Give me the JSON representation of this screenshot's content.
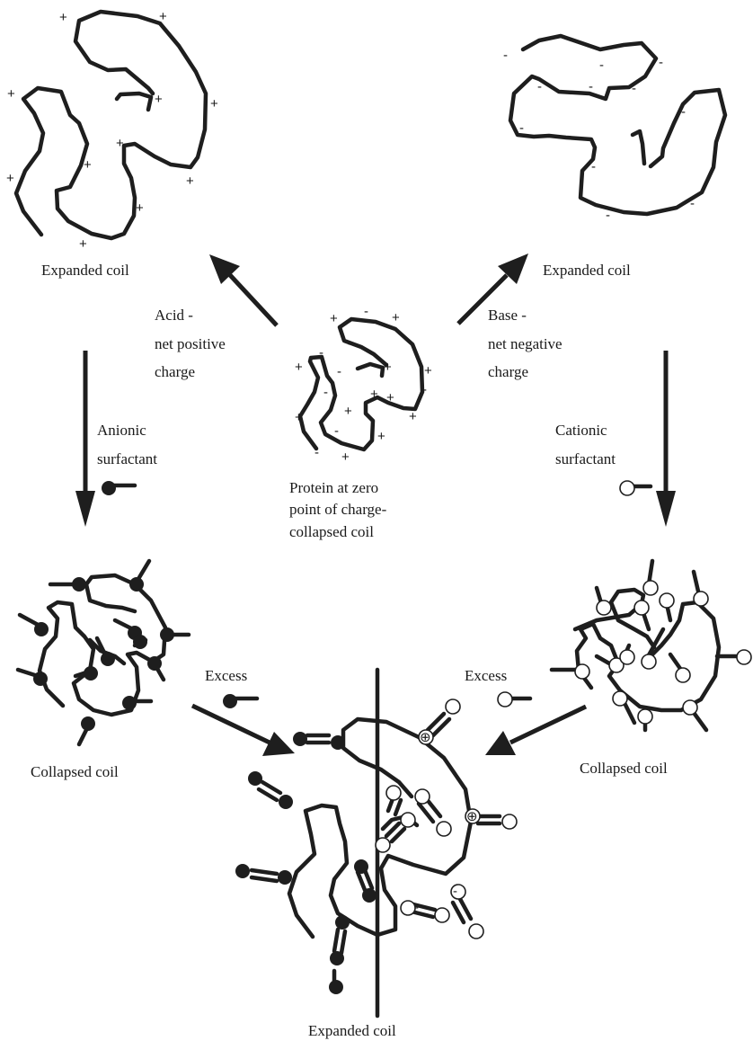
{
  "labels": {
    "top_left": "Expanded coil",
    "top_right": "Expanded coil",
    "acid": [
      "Acid -",
      "net positive",
      "charge"
    ],
    "base": [
      "Base -",
      "net negative",
      "charge"
    ],
    "anionic": [
      "Anionic",
      "surfactant"
    ],
    "cationic": [
      "Cationic",
      "surfactant"
    ],
    "center": [
      "Protein at zero",
      "point of charge-",
      "collapsed coil"
    ],
    "excess_left": "Excess",
    "excess_right": "Excess",
    "collapsed_left": "Collapsed coil",
    "collapsed_right": "Collapsed coil",
    "bottom": "Expanded coil"
  },
  "charges": {
    "positive": "+",
    "negative": "-",
    "circled_positive": "⊕"
  },
  "colors": {
    "line": "#1e1e1e",
    "anionic_head": "#1e1e1e",
    "cationic_head": "#ffffff"
  }
}
